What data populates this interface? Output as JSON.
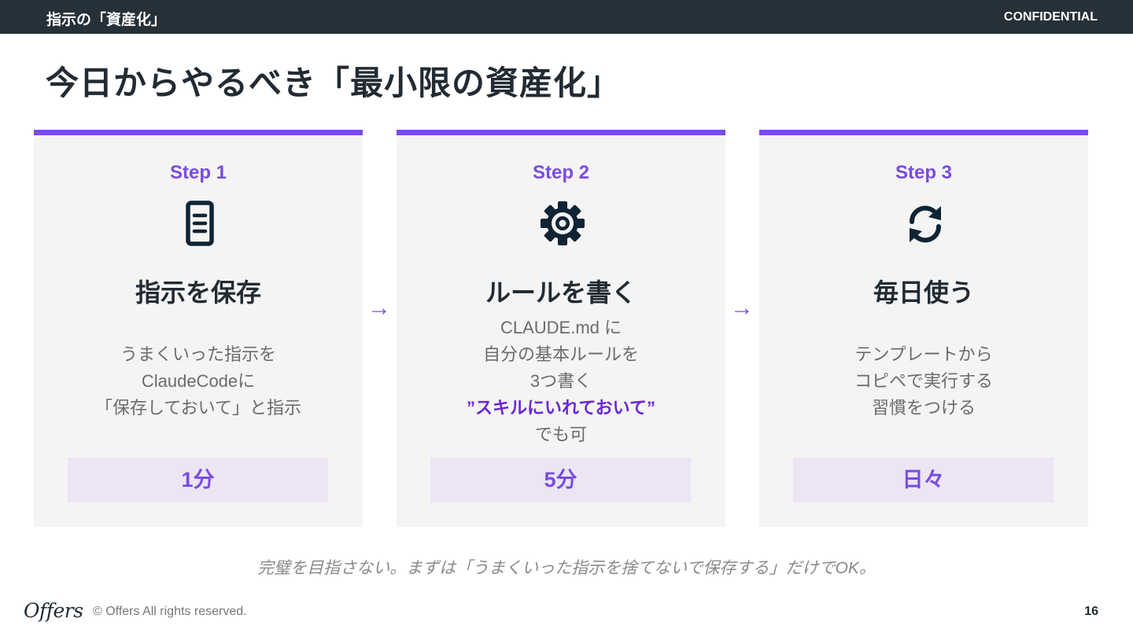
{
  "header": {
    "section_title": "指示の「資産化」",
    "confidential": "CONFIDENTIAL"
  },
  "slide_title": "今日からやるべき「最小限の資産化」",
  "steps": [
    {
      "step_label": "Step 1",
      "icon": "document-icon",
      "heading": "指示を保存",
      "lines": [
        "うまくいった指示を",
        "ClaudeCodeに",
        "「保存しておいて」と指示"
      ],
      "time": "1分"
    },
    {
      "step_label": "Step 2",
      "icon": "gear-icon",
      "heading": "ルールを書く",
      "lines": [
        "CLAUDE.md に",
        "自分の基本ルールを",
        "3つ書く"
      ],
      "highlight": "”スキルにいれておいて”",
      "extra": "でも可",
      "time": "5分"
    },
    {
      "step_label": "Step 3",
      "icon": "refresh-icon",
      "heading": "毎日使う",
      "lines": [
        "テンプレートから",
        "コピペで実行する",
        "習慣をつける"
      ],
      "time": "日々"
    }
  ],
  "arrows": [
    "→",
    "→"
  ],
  "footnote": "完璧を目指さない。まずは「うまくいった指示を捨てないで保存する」だけでOK。",
  "footer": {
    "logo": "Offers",
    "copyright": "© Offers All rights reserved.",
    "page_number": "16"
  },
  "colors": {
    "accent": "#7a4ce0",
    "highlight": "#6a26d9",
    "header_bg": "#263039",
    "card_bg": "#f4f4f4",
    "time_bg": "#ebe5f4",
    "icon": "#0f2433"
  }
}
